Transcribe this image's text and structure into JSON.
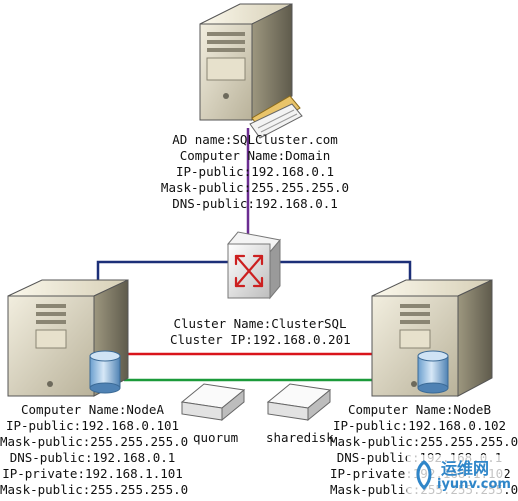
{
  "ad_server": {
    "lines": [
      "AD name:SQLCluster.com",
      "Computer Name:Domain",
      "IP-public:192.168.0.1",
      "Mask-public:255.255.255.0",
      "DNS-public:192.168.0.1"
    ]
  },
  "cluster": {
    "lines": [
      "Cluster Name:ClusterSQL",
      "Cluster IP:192.168.0.201"
    ]
  },
  "node_a": {
    "lines": [
      "Computer Name:NodeA",
      "IP-public:192.168.0.101",
      "Mask-public:255.255.255.0",
      "DNS-public:192.168.0.1",
      "IP-private:192.168.1.101",
      "Mask-public:255.255.255.0"
    ]
  },
  "node_b": {
    "lines": [
      "Computer Name:NodeB",
      "IP-public:192.168.0.102",
      "Mask-public:255.255.255.0",
      "DNS-public:192.168.0.1",
      "IP-private:192.168.1.102",
      "Mask-public:255.255.255.0"
    ]
  },
  "disks": {
    "quorum": "quorum",
    "sharedisk": "sharedisk"
  },
  "watermark": {
    "cn": "运维网",
    "en": "iyunv.com"
  },
  "colors": {
    "public_link": "#1c2f78",
    "heartbeat_red": "#d9141b",
    "heartbeat_green": "#1b9a3a",
    "ad_link": "#6b2c91",
    "server_body": "#d8d2bd",
    "server_dark": "#6d6a5c",
    "switch_red": "#cc2020"
  }
}
